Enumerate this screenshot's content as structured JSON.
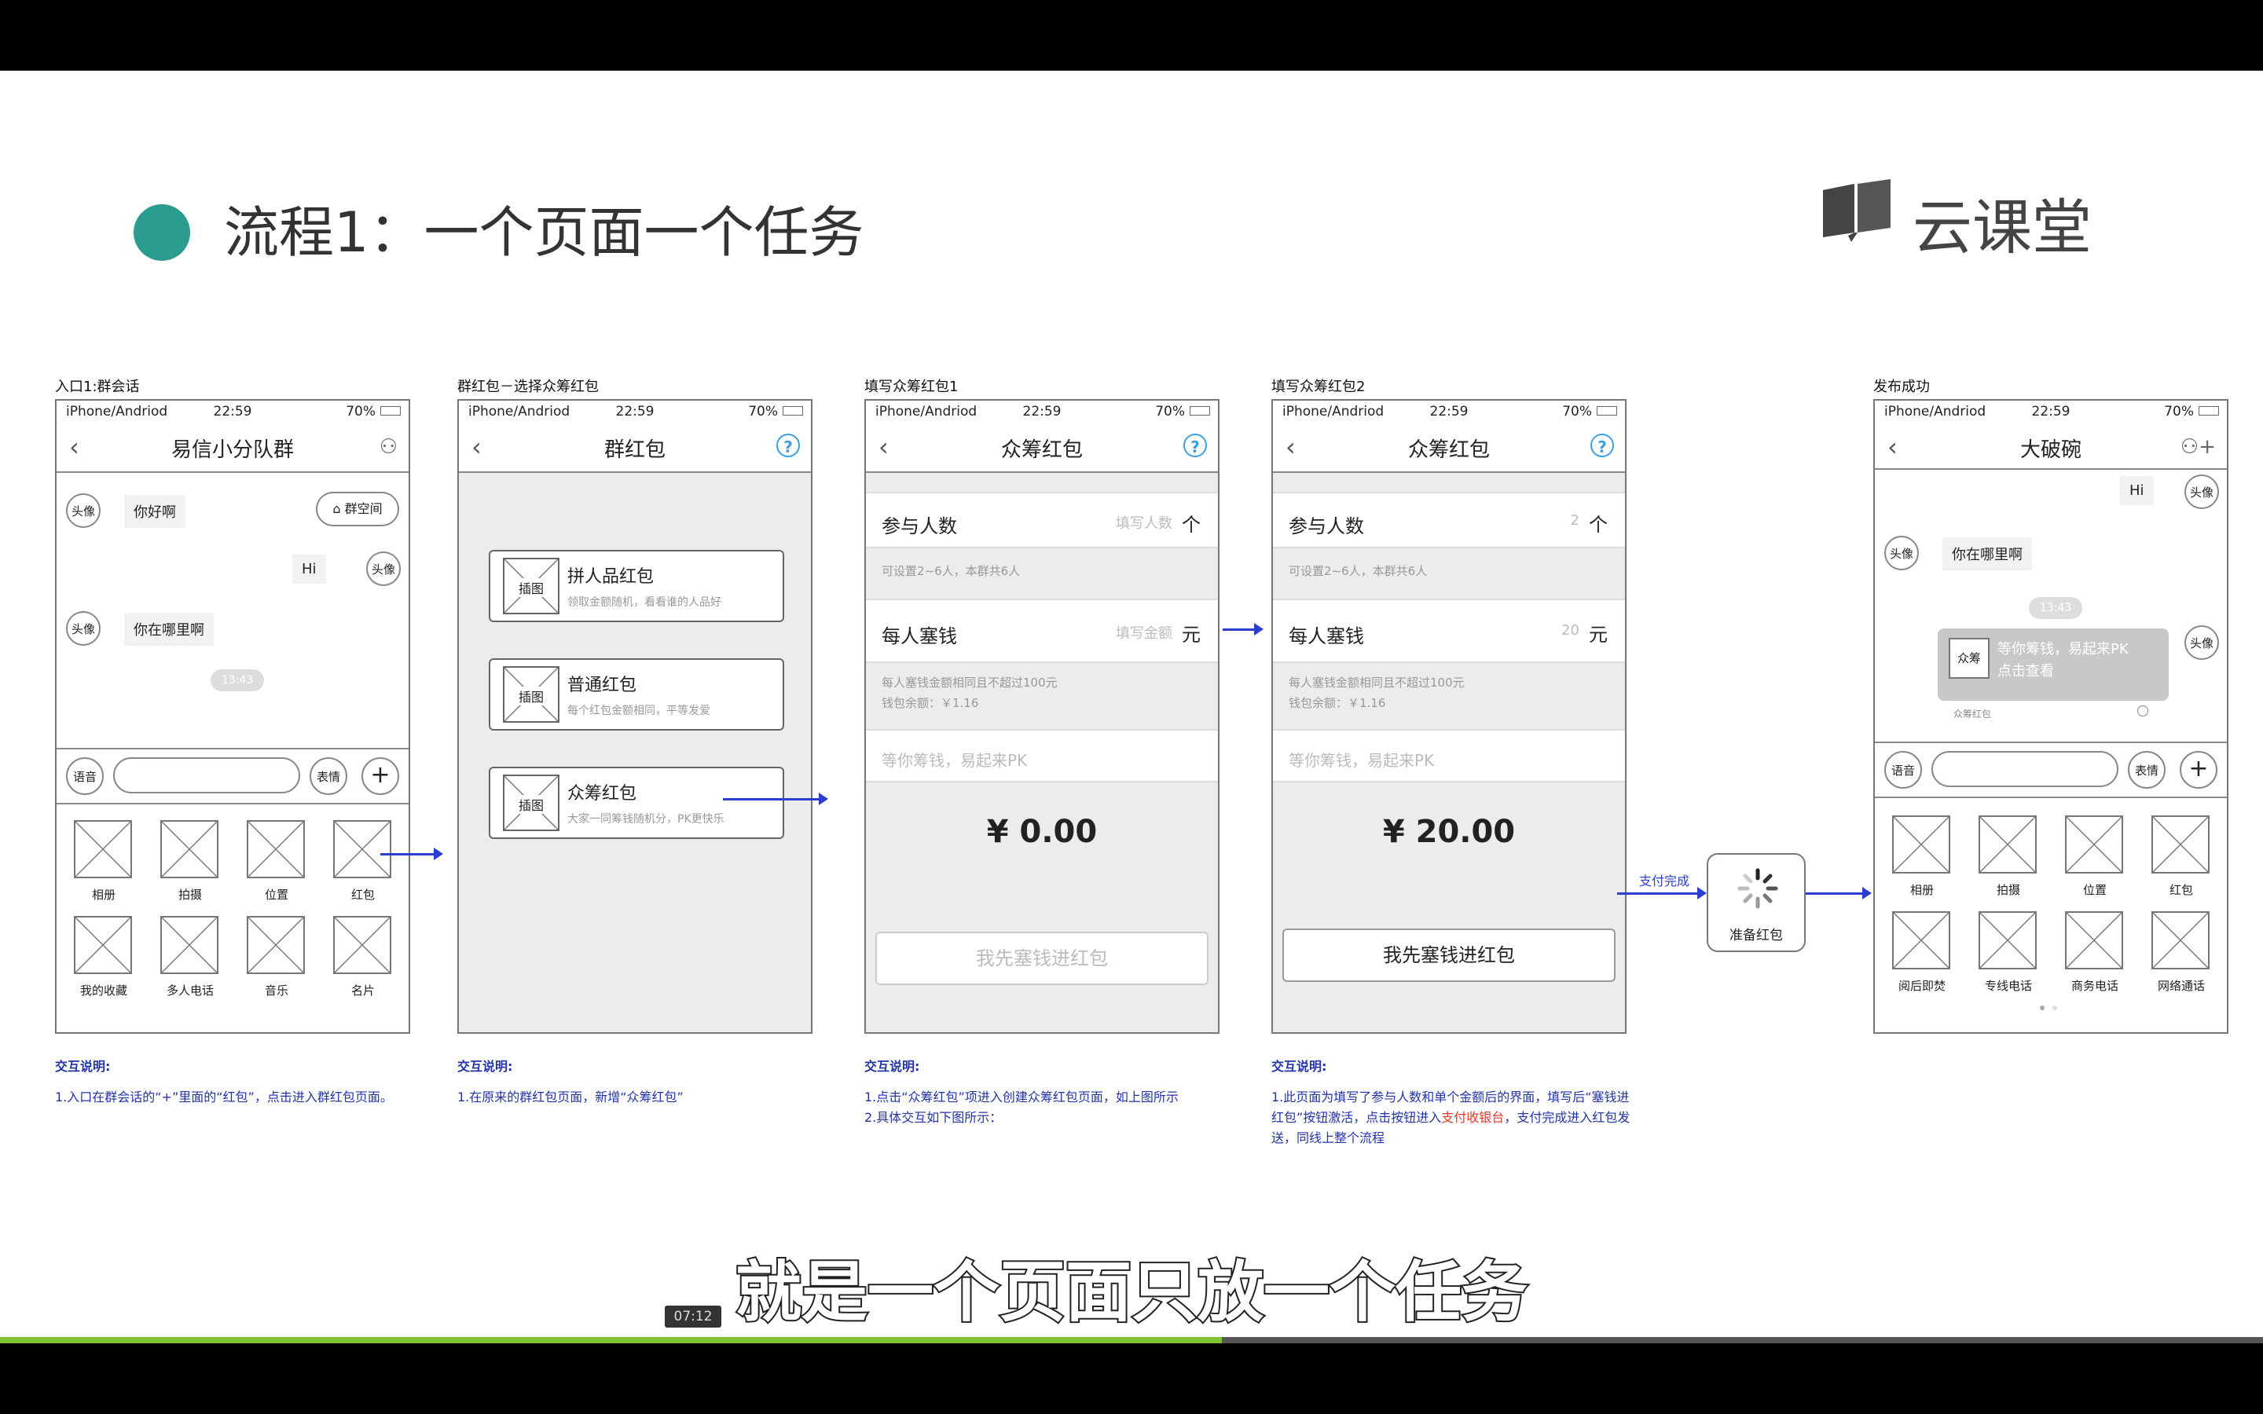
{
  "slide": {
    "title": "流程1：一个页面一个任务",
    "logo_text": "云课堂",
    "logo_icon": "book-icon"
  },
  "status_bar": {
    "carrier": "iPhone/Andriod",
    "time": "22:59",
    "battery": "70%"
  },
  "screen1": {
    "caption": "入口1:群会话",
    "nav_title": "易信小分队群",
    "space_btn": "群空间",
    "avatar_label": "头像",
    "msg1": "你好啊",
    "msg2": "Hi",
    "msg3": "你在哪里啊",
    "timestamp": "13:43",
    "voice": "语音",
    "emoji": "表情",
    "plus": "+",
    "grid": [
      "相册",
      "拍摄",
      "位置",
      "红包",
      "我的收藏",
      "多人电话",
      "音乐",
      "名片"
    ],
    "desc_title": "交互说明:",
    "desc": "1.入口在群会话的“+”里面的“红包”，点击进入群红包页面。"
  },
  "screen2": {
    "caption": "群红包－选择众筹红包",
    "nav_title": "群红包",
    "img_label": "插图",
    "options": [
      {
        "title": "拼人品红包",
        "sub": "领取金额随机，看看谁的人品好"
      },
      {
        "title": "普通红包",
        "sub": "每个红包金额相同，平等发爱"
      },
      {
        "title": "众筹红包",
        "sub": "大家一同筹钱随机分，PK更快乐"
      }
    ],
    "desc_title": "交互说明:",
    "desc": "1.在原来的群红包页面，新增“众筹红包”"
  },
  "screen3": {
    "caption": "填写众筹红包1",
    "nav_title": "众筹红包",
    "participants_label": "参与人数",
    "participants_ph": "填写人数",
    "participants_unit": "个",
    "participants_note": "可设置2~6人，本群共6人",
    "money_label": "每人塞钱",
    "money_ph": "填写金额",
    "money_unit": "元",
    "money_note1": "每人塞钱金额相同且不超过100元",
    "money_note2": "钱包余额：￥1.16",
    "message_ph": "等你筹钱，易起来PK",
    "amount": "¥ 0.00",
    "button": "我先塞钱进红包",
    "desc_title": "交互说明:",
    "desc1": "1.点击“众筹红包”项进入创建众筹红包页面，如上图所示",
    "desc2": "2.具体交互如下图所示："
  },
  "screen4": {
    "caption": "填写众筹红包2",
    "nav_title": "众筹红包",
    "participants_label": "参与人数",
    "participants_value": "2",
    "participants_unit": "个",
    "participants_note": "可设置2~6人，本群共6人",
    "money_label": "每人塞钱",
    "money_value": "20",
    "money_unit": "元",
    "money_note1": "每人塞钱金额相同且不超过100元",
    "money_note2": "钱包余额：￥1.16",
    "message_ph": "等你筹钱，易起来PK",
    "amount": "¥ 20.00",
    "button": "我先塞钱进红包",
    "desc_title": "交互说明:",
    "desc_a": "1.此页面为填写了参与人数和单个金额后的界面，填写后“塞钱进红包”按钮激活，点击按钮进入",
    "desc_red": "支付收银台",
    "desc_b": "，支付完成进入红包发送，同线上整个流程"
  },
  "loader": {
    "label": "准备红包",
    "arrow_label": "支付完成"
  },
  "screen5": {
    "caption": "发布成功",
    "nav_title": "大破碗",
    "avatar_label": "头像",
    "msg_hi": "Hi",
    "msg_where": "你在哪里啊",
    "timestamp": "13:43",
    "card_icon": "众筹",
    "card_title": "等你筹钱，易起来PK",
    "card_sub": "点击查看",
    "card_footer": "众筹红包",
    "voice": "语音",
    "emoji": "表情",
    "plus": "+",
    "grid": [
      "相册",
      "拍摄",
      "位置",
      "红包",
      "阅后即焚",
      "专线电话",
      "商务电话",
      "网络通话"
    ]
  },
  "player": {
    "subtitle": "就是一个页面只放一个任务",
    "time": "07:12",
    "progress": 0.54
  }
}
